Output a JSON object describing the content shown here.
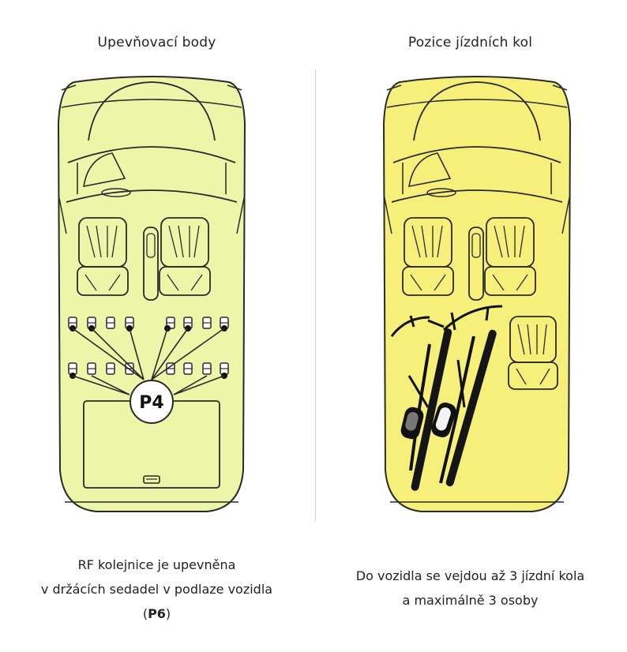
{
  "left_panel": {
    "title": "Upevňovací body",
    "badge_label": "P4",
    "caption_line1": "RF kolejnice je upevněna",
    "caption_line2": "v držácích sedadel v podlaze vozidla",
    "caption_open": "(",
    "caption_bold": "P6",
    "caption_close": ")",
    "body_color": "#ecf5a8"
  },
  "right_panel": {
    "title": "Pozice jízdních kol",
    "caption_line1": "Do vozidla se vejdou až 3 jízdní kola",
    "caption_line2": "a maximálně 3 osoby",
    "body_color": "#f6ef7a"
  }
}
